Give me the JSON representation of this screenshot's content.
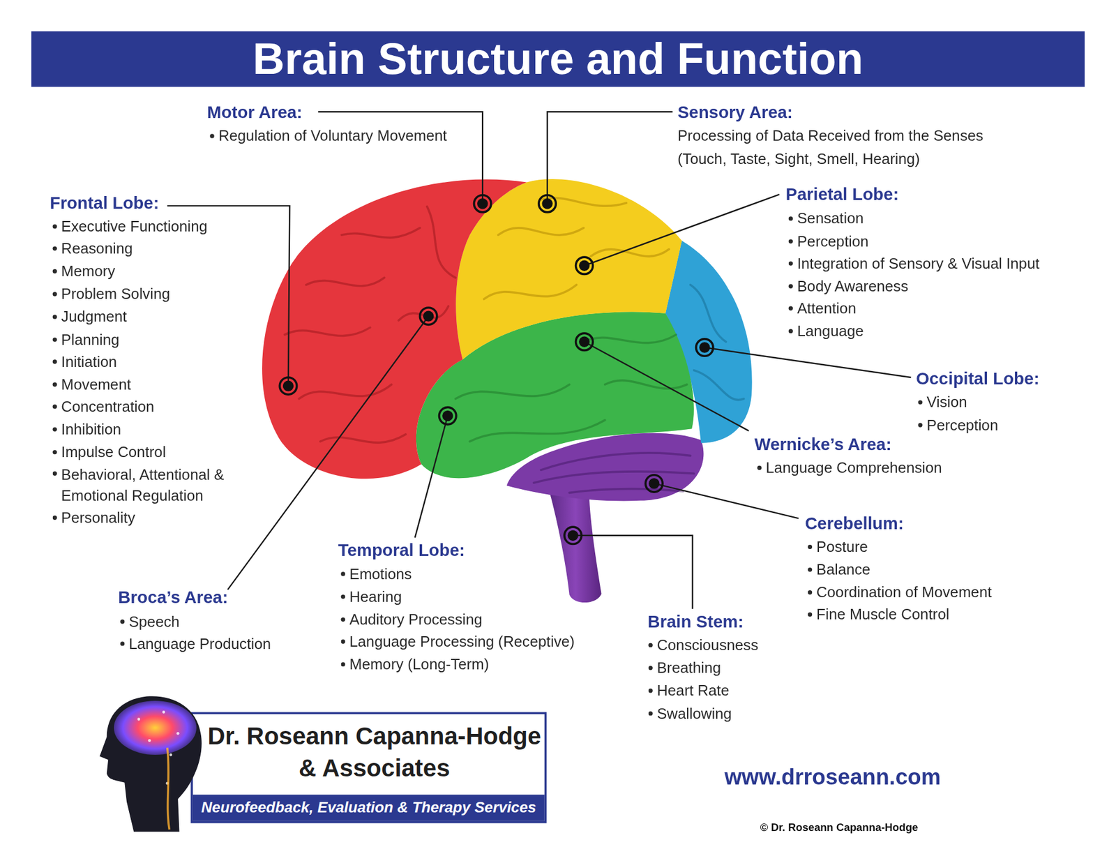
{
  "diagram": {
    "title": "Brain Structure and Function",
    "nodes": [
      {
        "text": [
          "Dr. Roseann Capanna-Hodge & Associates"
        ]
      },
      {
        "text": [
          "Neurofeedback, Evaluation & Therapy Services"
        ],
        "in": 0
      }
    ],
    "labels": [
      "Motor Area:",
      "Regulation of Voluntary Movement",
      "Sensory Area:",
      "Processing of Data Received from the Senses (Touch, Taste, Sight, Smell, Hearing)",
      "Frontal Lobe:",
      "Executive Functioning",
      "Reasoning",
      "Memory",
      "Problem Solving",
      "Judgment",
      "Planning",
      "Initiation",
      "Movement",
      "Concentration",
      "Inhibition",
      "Impulse Control",
      "Behavioral, Attentional & Emotional Regulation",
      "Personality",
      "Parietal Lobe:",
      "Sensation",
      "Perception",
      "Integration of Sensory & Visual Input",
      "Body Awareness",
      "Attention",
      "Language",
      "Occipital Lobe:",
      "Vision",
      "Perception",
      "Wernicke’s Area:",
      "Language Comprehension",
      "Cerebellum:",
      "Posture",
      "Balance",
      "Coordination of Movement",
      "Fine Muscle Control",
      "Brain Stem:",
      "Consciousness",
      "Breathing",
      "Heart Rate",
      "Swallowing",
      "Temporal Lobe:",
      "Emotions",
      "Hearing",
      "Auditory Processing",
      "Language Processing (Receptive)",
      "Memory (Long-Term)",
      "Broca’s Area:",
      "Speech",
      "Language Production",
      "www.drroseann.com",
      "© Dr. Roseann Capanna-Hodge"
    ]
  }
}
